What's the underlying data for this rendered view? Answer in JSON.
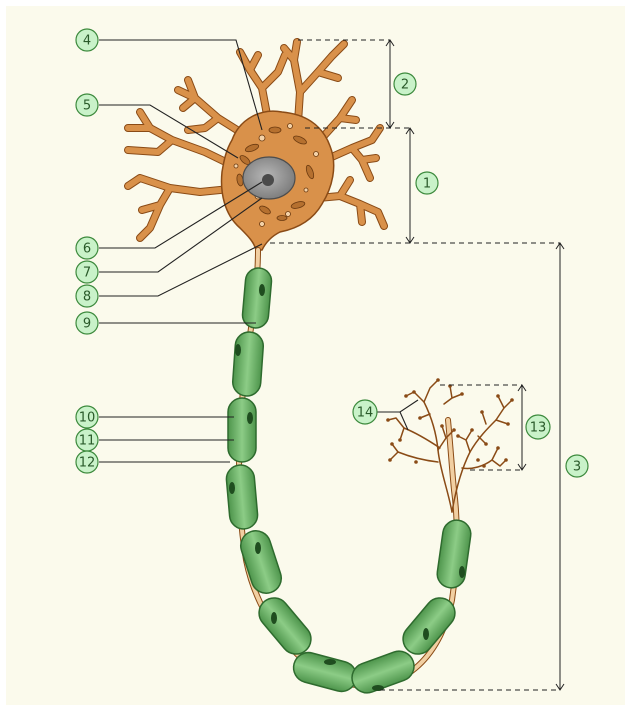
{
  "diagram": {
    "colors": {
      "background": "#fbfaec",
      "frame": "#ffffff",
      "cell_body": "#d9914a",
      "cell_outline": "#8a4b16",
      "nucleus": "#8d8d8d",
      "axon": "#f1cfa2",
      "myelin": "#6aae66",
      "myelin_dark": "#2e6b2e",
      "label_fill": "#c9f2c9",
      "label_stroke": "#3d8a3d",
      "leader": "#222222"
    },
    "labels": {
      "l1": "1",
      "l2": "2",
      "l3": "3",
      "l4": "4",
      "l5": "5",
      "l6": "6",
      "l7": "7",
      "l8": "8",
      "l9": "9",
      "l10": "10",
      "l11": "11",
      "l12": "12",
      "l13": "13",
      "l14": "14"
    }
  }
}
